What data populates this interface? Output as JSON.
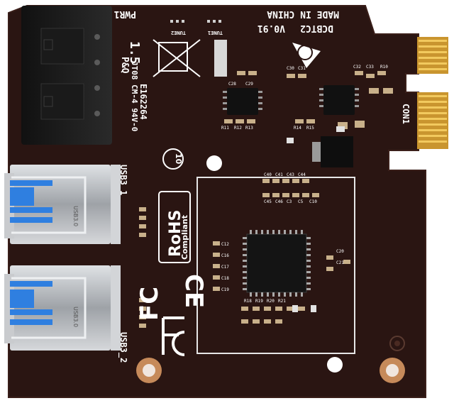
{
  "board": {
    "model": "DCBTC2",
    "version": "V0.91",
    "origin": "MADE IN CHINA",
    "power_header": "PWR1",
    "edge_connector": "CON1",
    "port1": "USB3_1",
    "port2": "USB3_2",
    "vendor": "P&Q",
    "ul_code": "JT08 CM-4 94V-0",
    "ul_file": "E162264",
    "thickness": "1.5",
    "tune_left": "TUNE2",
    "tune_right": "TUNE1",
    "rohs_line1": "RoHS",
    "rohs_line2": "Compliant",
    "ce": "CE",
    "fcc": "FC",
    "recycle": "10",
    "usb_tab_text": "USB3.0"
  },
  "colors": {
    "pcb": "#2a1512",
    "pcb_edge": "#3a1f1a",
    "gold": "#d7a33a",
    "silkscreen": "#ffffff",
    "usb_blue": "#2f7fe0",
    "metal": "#b9bcc0"
  },
  "components": {
    "ic_labels": [
      "C28",
      "C29",
      "C30",
      "C31",
      "C32",
      "C33",
      "R10",
      "R11",
      "R12",
      "R13",
      "R14",
      "R15",
      "C40",
      "C41",
      "C43",
      "C44",
      "C45",
      "C46",
      "C3",
      "C5",
      "C10",
      "C12",
      "C16",
      "C17",
      "C18",
      "C19",
      "C20",
      "C21",
      "R18",
      "R19",
      "R20",
      "R21"
    ]
  }
}
